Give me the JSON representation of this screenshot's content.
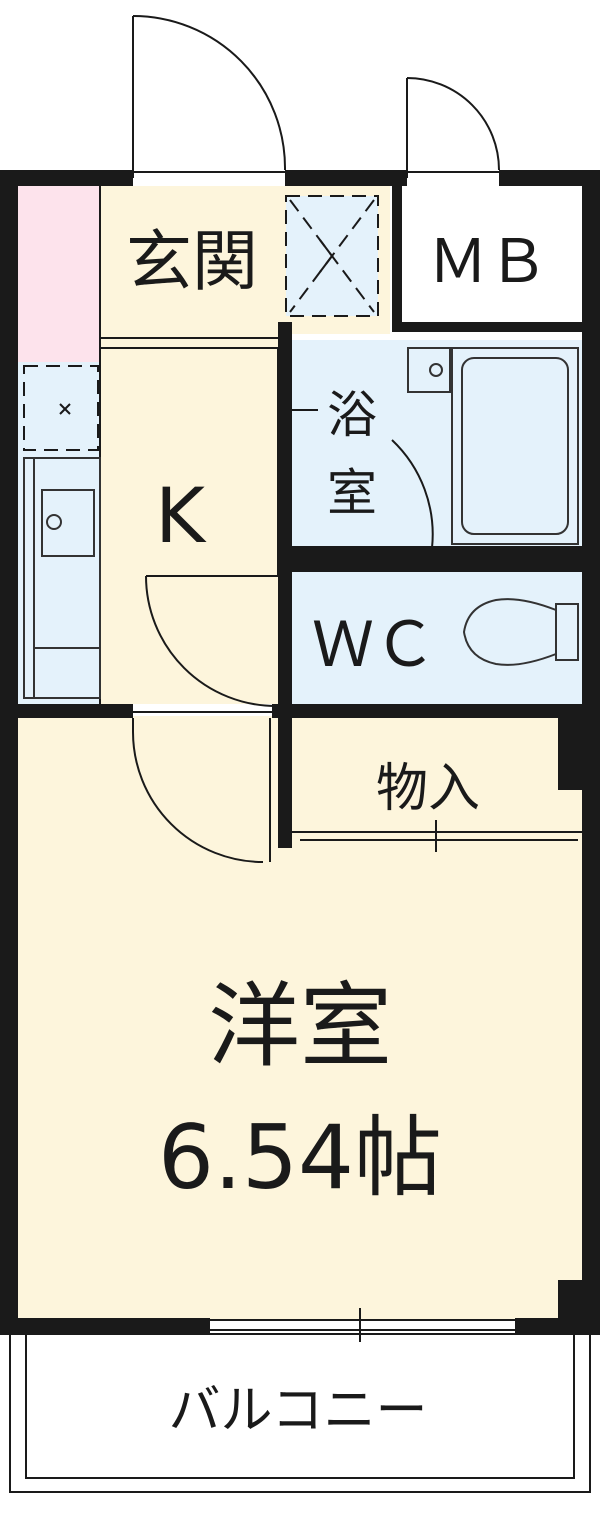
{
  "floorplan": {
    "rooms": {
      "entrance": "玄関",
      "meter_box": "ＭＢ",
      "kitchen": "K",
      "bath_line1": "浴",
      "bath_line2": "室",
      "toilet": "ＷＣ",
      "storage": "物入",
      "western_room": "洋室",
      "western_room_size": "6.54帖",
      "balcony": "バルコニー"
    },
    "colors": {
      "wall": "#1a1a1a",
      "room_floor": "#fdf5dc",
      "wet_area": "#e4f2fb",
      "storage": "#fde3ec",
      "fixture_line": "#333333"
    }
  }
}
